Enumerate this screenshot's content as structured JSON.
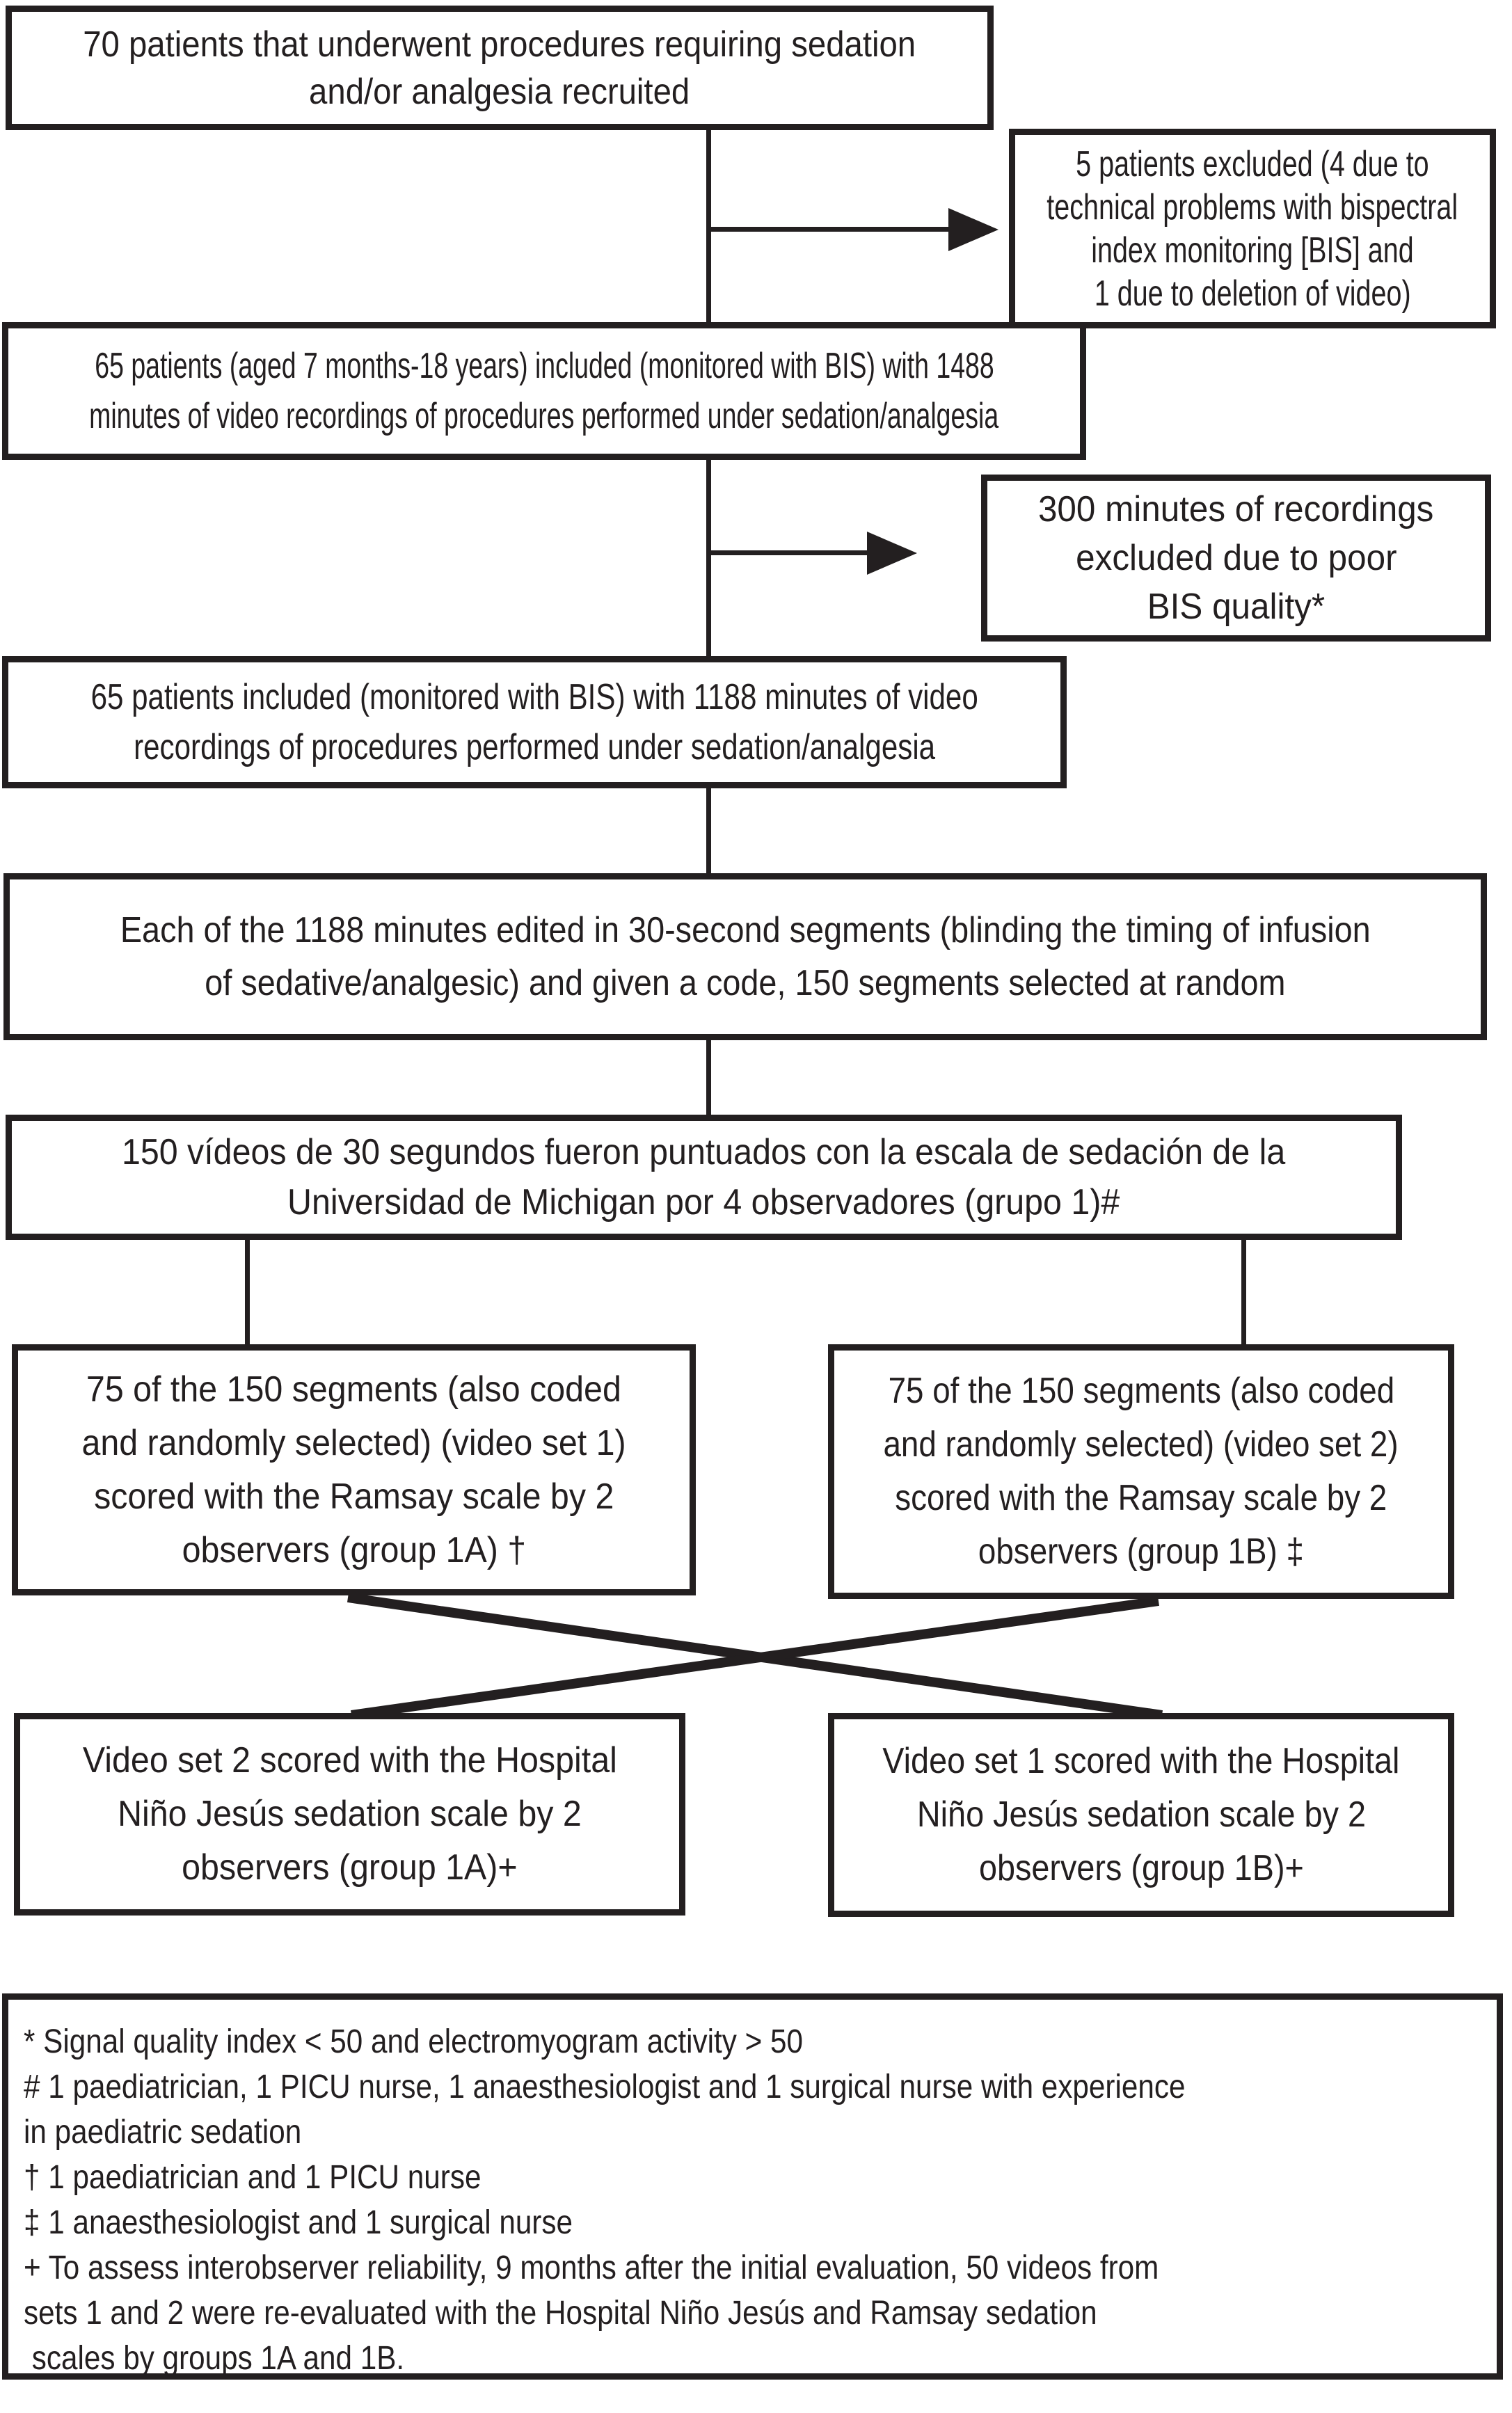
{
  "figure": {
    "colors": {
      "ink": "#231f20",
      "background": "#ffffff"
    },
    "boxes": {
      "recruited": {
        "lines": [
          "70 patients that underwent procedures requiring sedation",
          "and/or analgesia recruited"
        ]
      },
      "excluded_patients": {
        "lines": [
          "5 patients excluded (4 due to",
          "technical problems with bispectral",
          "index monitoring [BIS] and",
          "1 due to deletion of video)"
        ]
      },
      "included_1488": {
        "lines": [
          "65 patients (aged 7 months-18 years) included (monitored with BIS) with 1488",
          "minutes of video recordings of procedures performed under sedation/analgesia"
        ]
      },
      "excluded_300": {
        "lines": [
          "300 minutes of recordings",
          "excluded due to poor",
          "BIS quality*"
        ]
      },
      "included_1188": {
        "lines": [
          "65 patients included (monitored with BIS) with 1188 minutes of video",
          "recordings of procedures performed under sedation/analgesia"
        ]
      },
      "segments_edited": {
        "lines": [
          "Each of the 1188 minutes edited in 30-second segments (blinding the timing of infusion",
          "of sedative/analgesic) and given a code, 150 segments selected at random"
        ]
      },
      "michigan": {
        "lines": [
          "150 vídeos de 30 segundos fueron puntuados con la escala de sedación de la",
          "Universidad de Michigan por 4 observadores (grupo 1)#"
        ]
      },
      "ramsay_set1": {
        "lines": [
          "75 of the 150 segments (also coded",
          "and randomly selected) (video set 1)",
          "scored with the Ramsay scale by 2",
          "observers (group 1A) †"
        ]
      },
      "ramsay_set2": {
        "lines": [
          "75 of the 150 segments (also coded",
          "and randomly selected) (video set 2)",
          "scored with the Ramsay scale by 2",
          "observers (group 1B) ‡"
        ]
      },
      "hnj_set2": {
        "lines": [
          "Video set 2 scored with the Hospital",
          "Niño Jesús sedation scale by 2",
          "observers (group 1A)+"
        ]
      },
      "hnj_set1": {
        "lines": [
          "Video set 1 scored with the Hospital",
          "Niño Jesús sedation scale by 2",
          "observers (group 1B)+"
        ]
      },
      "footnotes": {
        "lines": [
          "* Signal quality index < 50 and electromyogram activity > 50",
          "# 1 paediatrician, 1 PICU nurse, 1 anaesthesiologist and 1 surgical nurse with experience",
          "in paediatric sedation",
          "† 1 paediatrician and 1 PICU nurse",
          "‡ 1 anaesthesiologist and 1 surgical nurse",
          "+ To assess interobserver reliability, 9 months after the initial evaluation, 50 videos from",
          "sets 1 and 2 were re-evaluated with the Hospital Niño Jesús and Ramsay sedation",
          " scales by groups 1A and 1B."
        ]
      }
    }
  }
}
